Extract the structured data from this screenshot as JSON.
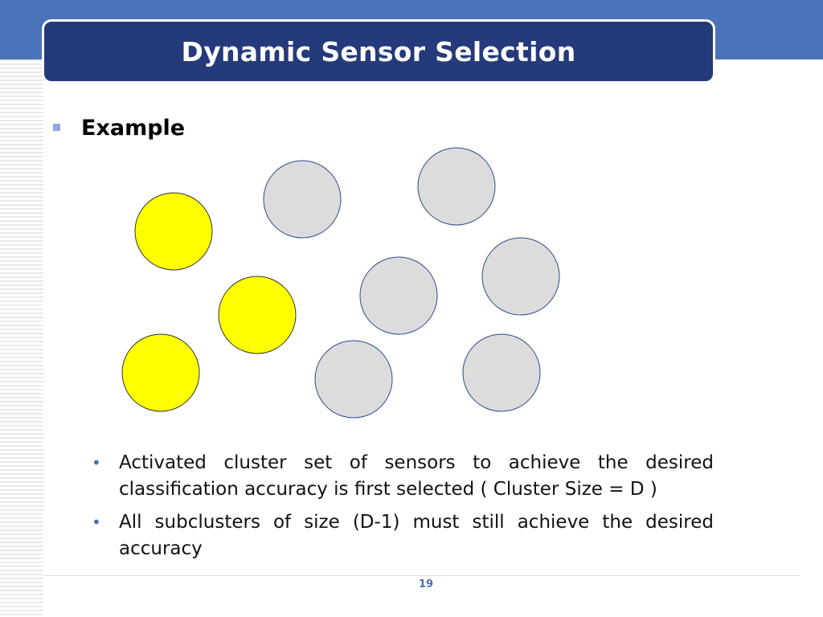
{
  "title": "Dynamic Sensor Selection",
  "main_bullet": "Example",
  "colors": {
    "title_bg": "#243a7a",
    "header_band": "#4a72b8",
    "active_sensor": "#ffff00",
    "inactive_sensor": "#dcdcdc",
    "sensor_outline": "#2f4a8a"
  },
  "sensors": [
    {
      "state": "active"
    },
    {
      "state": "active"
    },
    {
      "state": "active"
    },
    {
      "state": "inactive"
    },
    {
      "state": "inactive"
    },
    {
      "state": "inactive"
    },
    {
      "state": "inactive"
    },
    {
      "state": "inactive"
    },
    {
      "state": "inactive"
    }
  ],
  "sub_bullets": [
    "Activated cluster set of sensors to achieve the desired classification accuracy is first selected ( Cluster Size = D )",
    "All subclusters of size (D-1) must still achieve the desired accuracy"
  ],
  "page_number": "19"
}
